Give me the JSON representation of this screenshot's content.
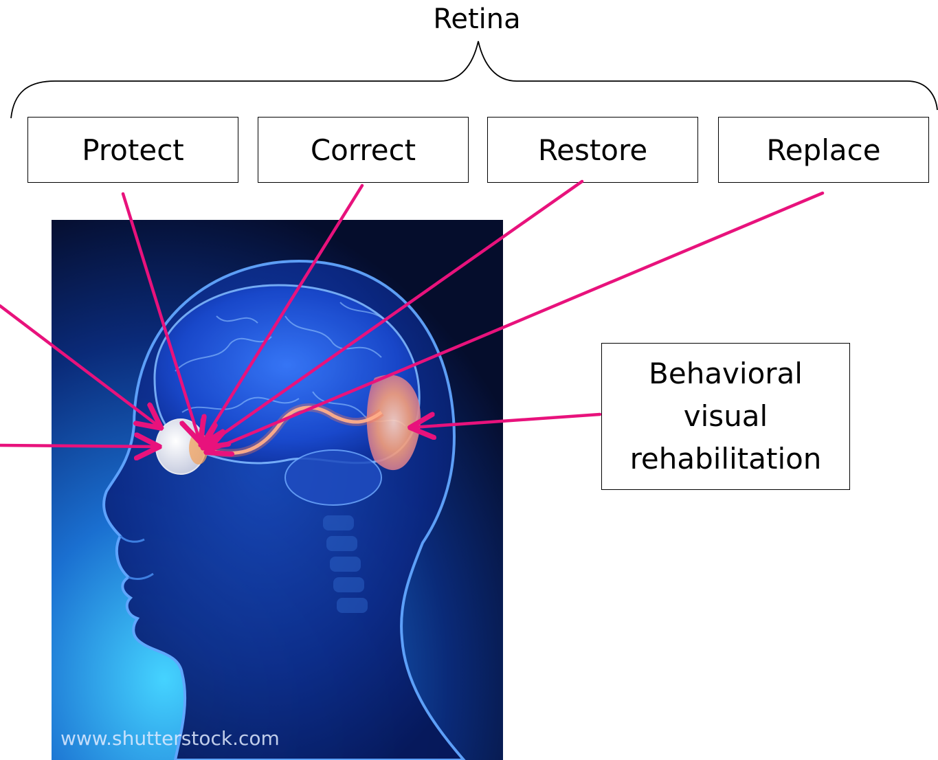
{
  "title": "Retina",
  "boxes": {
    "protect": "Protect",
    "correct": "Correct",
    "restore": "Restore",
    "replace": "Replace",
    "behavioral": [
      "Behavioral",
      "visual",
      "rehabilitation"
    ]
  },
  "image": {
    "watermark": "www.shutterstock.com"
  },
  "colors": {
    "arrow": "#e8127c",
    "background_dark": "#08102e",
    "background_light": "#3fc4f5"
  }
}
